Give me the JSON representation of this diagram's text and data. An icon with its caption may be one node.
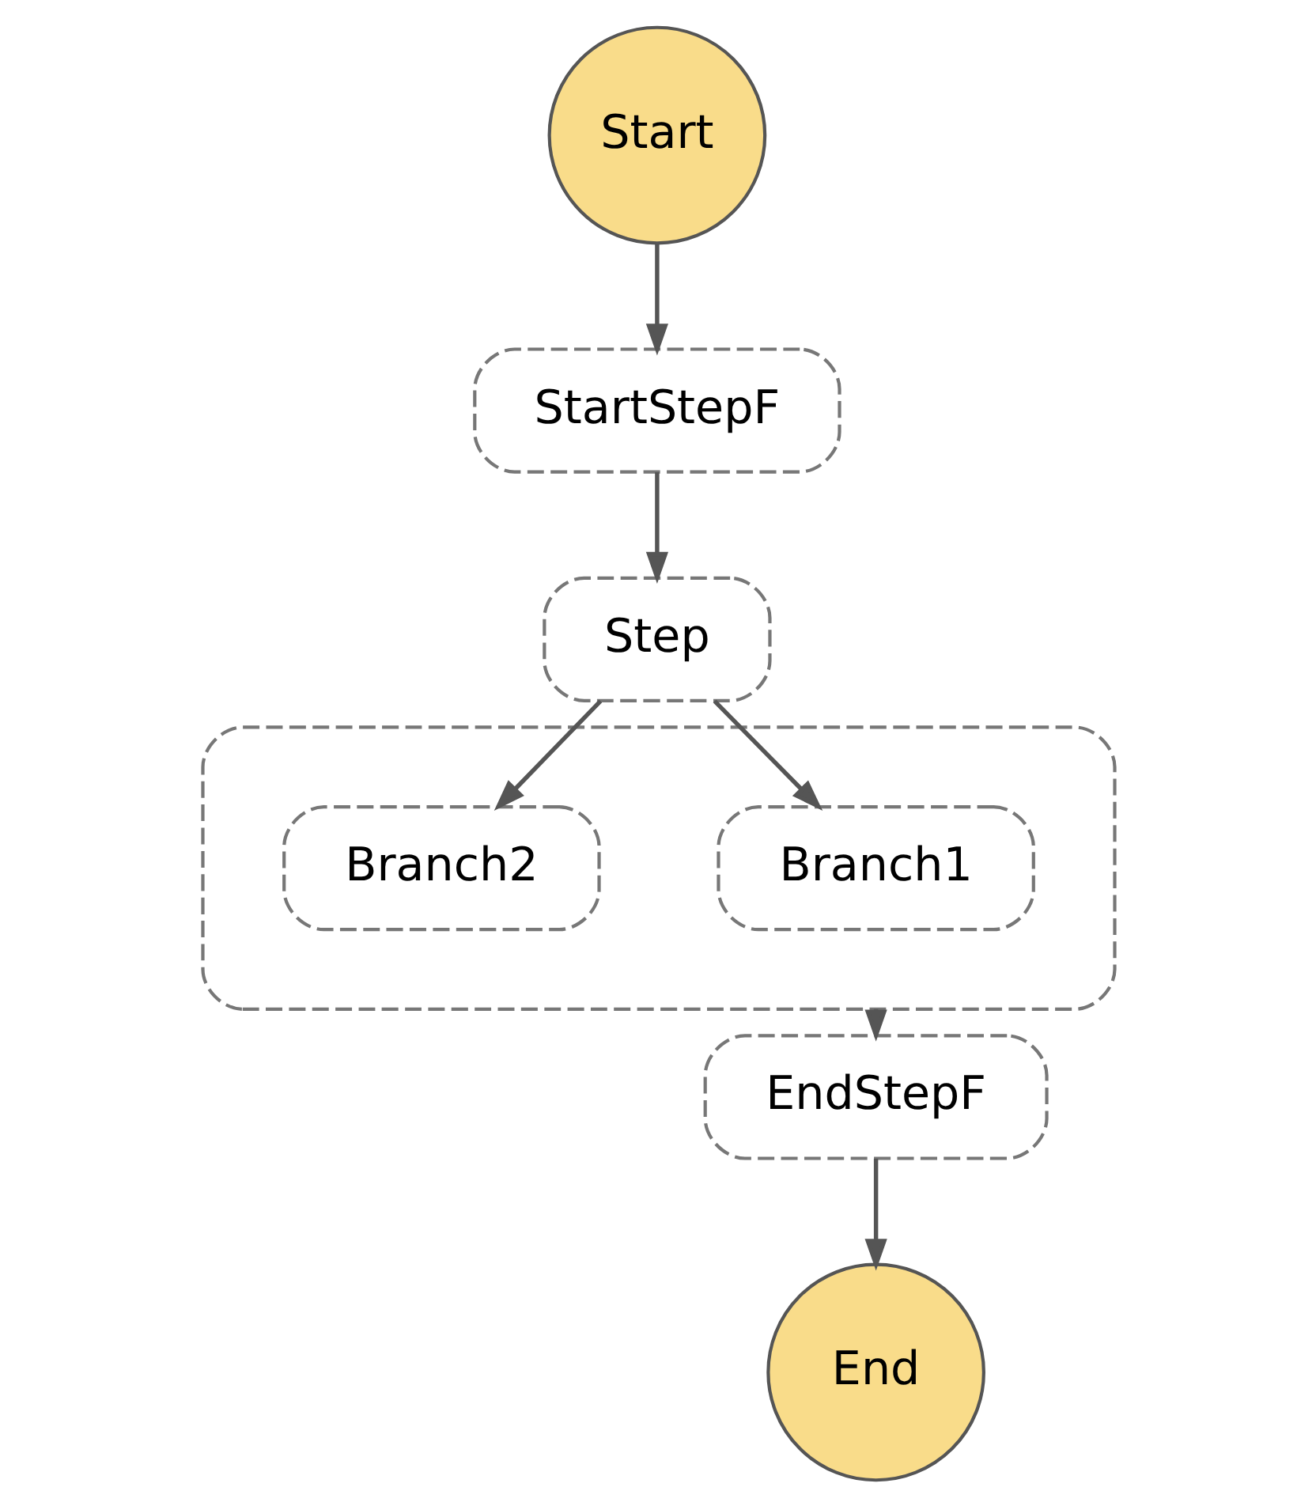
{
  "diagram": {
    "nodes": [
      {
        "text": [
          "Start"
        ]
      },
      {
        "text": [
          "StartStepF"
        ]
      },
      {
        "text": [
          "Step"
        ]
      },
      {
        "text": [],
        "shape": "box"
      },
      {
        "text": [
          "Branch1"
        ],
        "in": 3
      },
      {
        "text": [
          "Branch2"
        ],
        "in": 3
      },
      {
        "text": [
          "EndStepF"
        ]
      },
      {
        "text": [
          "End"
        ]
      }
    ],
    "edges": [
      {
        "from": 0,
        "to": 1,
        "arrow": "to"
      },
      {
        "from": 1,
        "to": 2,
        "arrow": "to"
      },
      {
        "from": 2,
        "to": 4,
        "arrow": "to"
      },
      {
        "from": 2,
        "to": 5,
        "arrow": "to"
      },
      {
        "from": 3,
        "to": 6,
        "arrow": "to"
      },
      {
        "from": 6,
        "to": 7,
        "arrow": "to"
      }
    ]
  }
}
